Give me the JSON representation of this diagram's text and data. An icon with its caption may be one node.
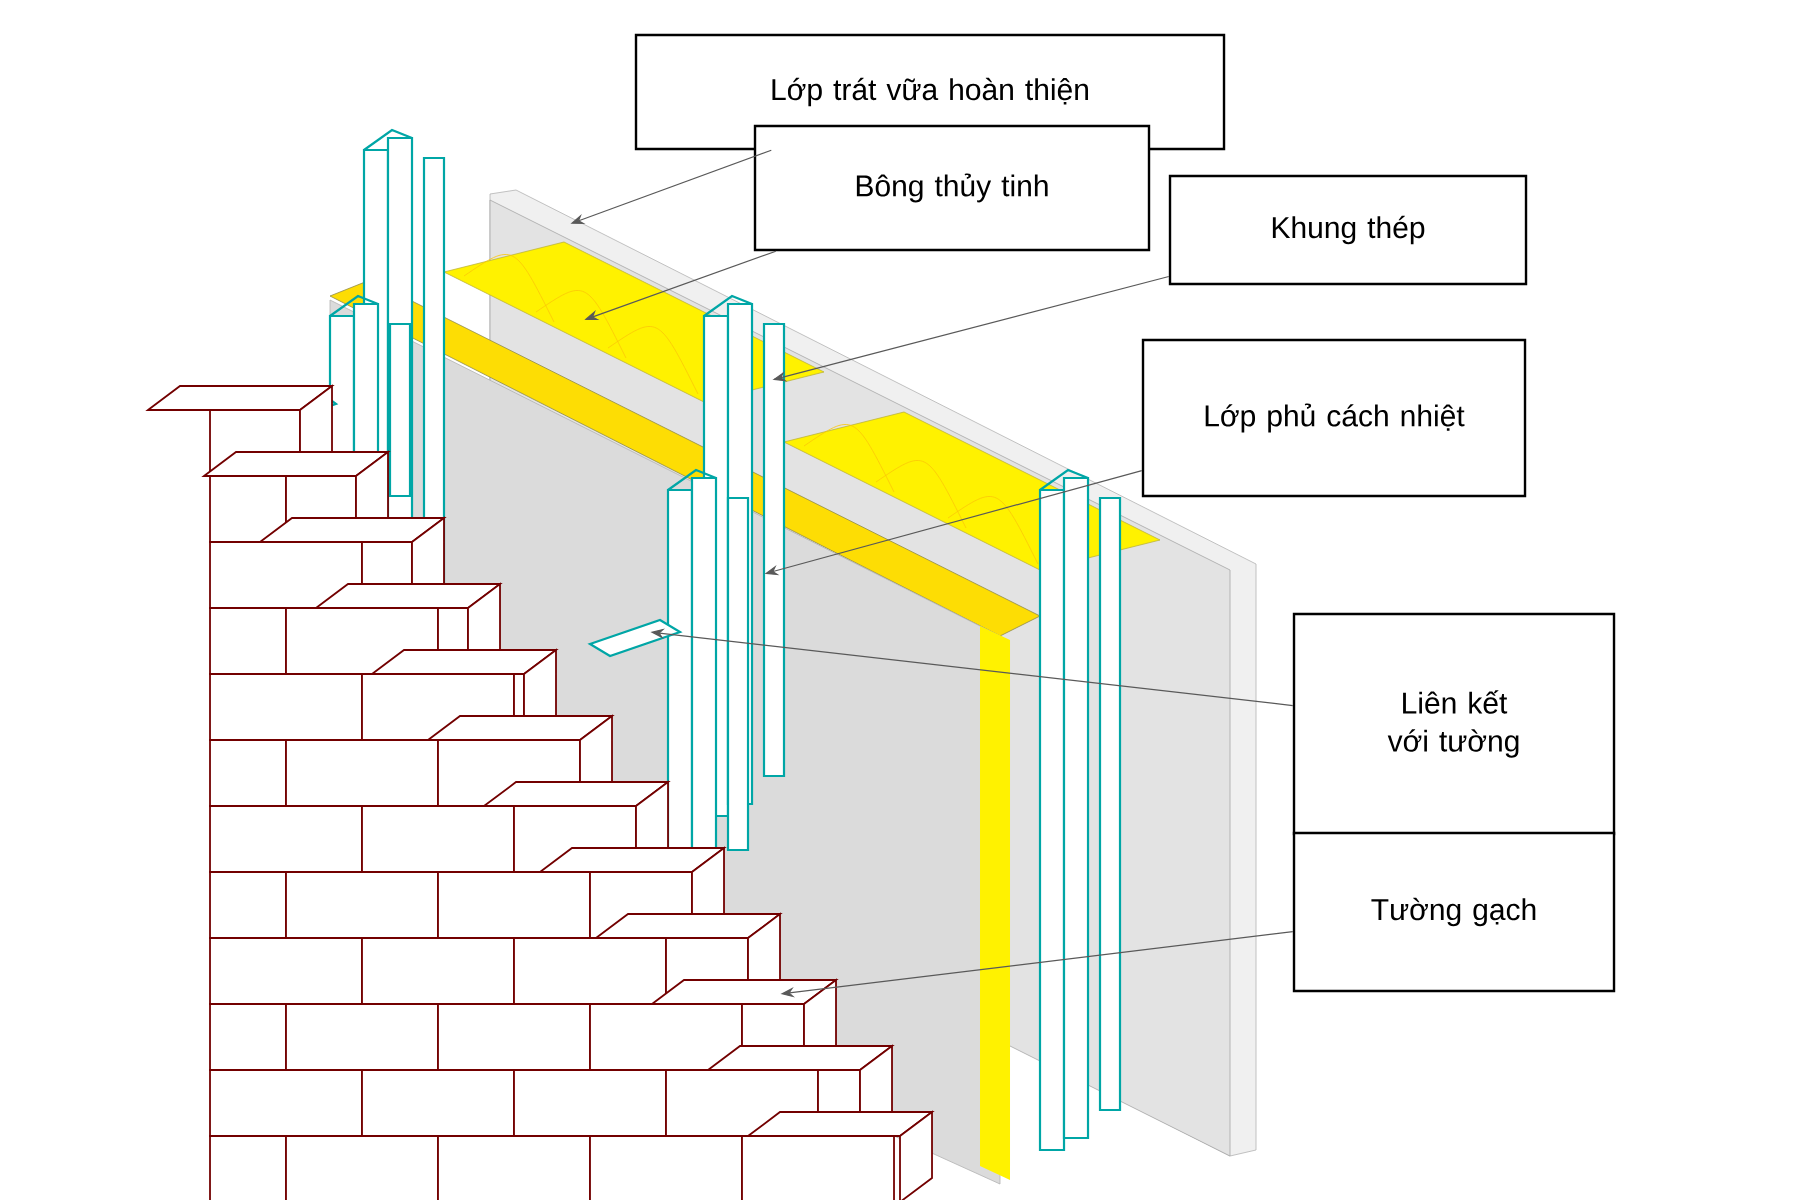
{
  "diagram": {
    "nodes": [
      {
        "text": [
          "Lớp trát vữa hoàn thiện"
        ]
      },
      {
        "text": [
          "Bông thủy tinh"
        ]
      },
      {
        "text": [
          "Khung thép"
        ]
      },
      {
        "text": [
          "Lớp phủ cách nhiệt"
        ]
      },
      {
        "text": [
          "Liên kết với tường"
        ]
      },
      {
        "text": [
          "Tường gạch"
        ]
      },
      {
        "text": [],
        "shape": "picture"
      },
      {
        "text": [],
        "shape": "picture"
      },
      {
        "text": [],
        "shape": "picture"
      },
      {
        "text": [],
        "shape": "picture"
      },
      {
        "text": [],
        "shape": "picture"
      },
      {
        "text": [],
        "shape": "picture"
      }
    ],
    "edges": [
      {
        "from": 0,
        "to": 6,
        "arrow": "to"
      },
      {
        "from": 1,
        "to": 7,
        "arrow": "to"
      },
      {
        "from": 2,
        "to": 8,
        "arrow": "to"
      },
      {
        "from": 3,
        "to": 9,
        "arrow": "to"
      },
      {
        "from": 4,
        "to": 10,
        "arrow": "to"
      },
      {
        "from": 5,
        "to": 11,
        "arrow": "to"
      }
    ]
  }
}
